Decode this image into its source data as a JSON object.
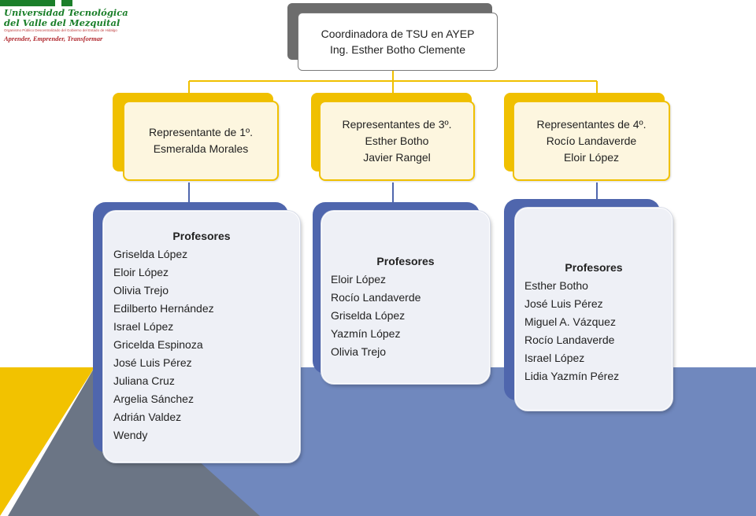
{
  "logo": {
    "line1": "Universidad Tecnológica",
    "line2": "del Valle del Mezquital",
    "line3": "Organismo Público Descentralizado del Gobierno del Estado de Hidalgo",
    "tagline": "Aprender, Emprender, Transformar"
  },
  "coordinator": {
    "role": "Coordinadora  de TSU en AYEP",
    "name": "Ing. Esther Botho Clemente"
  },
  "representatives": [
    {
      "title": "Representante de 1º.",
      "names": [
        "Esmeralda Morales"
      ]
    },
    {
      "title": "Representantes de 3º.",
      "names": [
        "Esther Botho",
        "Javier Rangel"
      ]
    },
    {
      "title": "Representantes de 4º.",
      "names": [
        "Rocío Landaverde",
        "Eloir López"
      ]
    }
  ],
  "teacher_groups": [
    {
      "heading": "Profesores",
      "members": [
        "Griselda López",
        "Eloir López",
        "Olivia Trejo",
        "Edilberto Hernández",
        "Israel López",
        "Gricelda Espinoza",
        "José Luis Pérez",
        "Juliana Cruz",
        "Argelia Sánchez",
        "Adrián Valdez",
        "Wendy"
      ]
    },
    {
      "heading": "Profesores",
      "members": [
        "Eloir López",
        "Rocío Landaverde",
        "Griselda López",
        "Yazmín  López",
        "Olivia Trejo"
      ]
    },
    {
      "heading": "Profesores",
      "members": [
        "Esther Botho",
        "José Luis Pérez",
        "Miguel A. Vázquez",
        "Rocío Landaverde",
        "Israel López",
        "Lidia Yazmín Pérez"
      ]
    }
  ],
  "colors": {
    "gold": "#f0c000",
    "blue": "#4f66ad",
    "slate": "#7088be",
    "gray": "#6d6d6d"
  }
}
